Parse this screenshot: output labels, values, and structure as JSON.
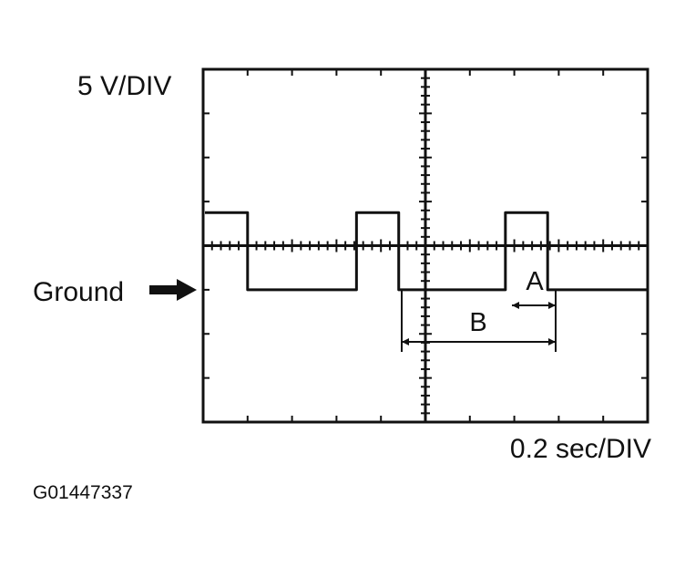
{
  "labels": {
    "volt_div": "5 V/DIV",
    "time_div": "0.2 sec/DIV",
    "ground": "Ground",
    "marker_a": "A",
    "marker_b": "B",
    "figure_id": "G01447337"
  },
  "chart_data": {
    "type": "line",
    "title": "",
    "xlabel": "0.2 sec/DIV",
    "ylabel": "5 V/DIV",
    "divisions": {
      "x": 10,
      "y": 8
    },
    "ground_level_div": -1,
    "signal": {
      "high_div": 1.75,
      "low_div": 0,
      "transitions_div": [
        {
          "x": 0.0,
          "level": "high"
        },
        {
          "x": 1.0,
          "level": "low"
        },
        {
          "x": 3.45,
          "level": "high"
        },
        {
          "x": 4.4,
          "level": "low"
        },
        {
          "x": 6.8,
          "level": "high"
        },
        {
          "x": 7.75,
          "level": "low"
        },
        {
          "x": 10.0,
          "level": "low"
        }
      ]
    },
    "annotations": [
      {
        "label": "A",
        "x_start_div": 6.8,
        "x_end_div": 7.75
      },
      {
        "label": "B",
        "x_start_div": 4.4,
        "x_end_div": 7.75
      }
    ],
    "grid": false
  }
}
